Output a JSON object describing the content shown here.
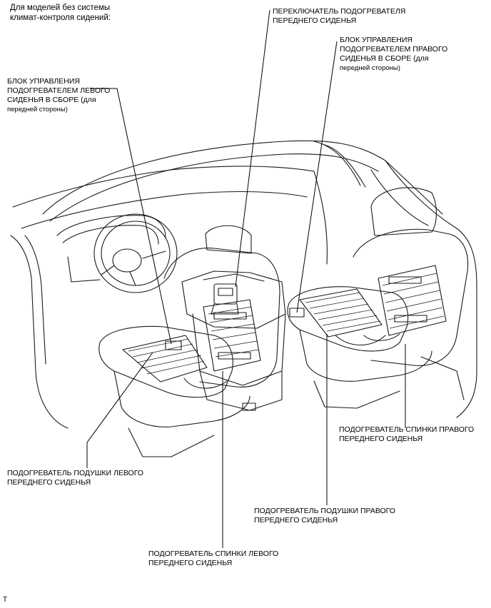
{
  "header": {
    "line1": "Для моделей без системы",
    "line2": "климат-контроля сидений:"
  },
  "callouts": {
    "switch": {
      "line1": "ПЕРЕКЛЮЧАТЕЛЬ ПОДОГРЕВАТЕЛЯ",
      "line2": "ПЕРЕДНЕГО СИДЕНЬЯ"
    },
    "right_control": {
      "line1": "БЛОК УПРАВЛЕНИЯ",
      "line2": "ПОДОГРЕВАТЕЛЕМ ПРАВОГО",
      "line3": "СИДЕНЬЯ В СБОРЕ (для",
      "line4": "передней стороны)"
    },
    "left_control": {
      "line1": "БЛОК УПРАВЛЕНИЯ",
      "line2": "ПОДОГРЕВАТЕЛЕМ ЛЕВОГО",
      "line3": "СИДЕНЬЯ В СБОРЕ (для",
      "line4": "передней стороны)"
    },
    "right_back": {
      "line1": "ПОДОГРЕВАТЕЛЬ СПИНКИ ПРАВОГО",
      "line2": "ПЕРЕДНЕГО СИДЕНЬЯ"
    },
    "left_cushion": {
      "line1": "ПОДОГРЕВАТЕЛЬ ПОДУШКИ ЛЕВОГО",
      "line2": "ПЕРЕДНЕГО СИДЕНЬЯ"
    },
    "right_cushion": {
      "line1": "ПОДОГРЕВАТЕЛЬ ПОДУШКИ ПРАВОГО",
      "line2": "ПЕРЕДНЕГО СИДЕНЬЯ"
    },
    "left_back": {
      "line1": "ПОДОГРЕВАТЕЛЬ СПИНКИ ЛЕВОГО",
      "line2": "ПЕРЕДНЕГО СИДЕНЬЯ"
    }
  },
  "footer": {
    "mark": "T"
  }
}
